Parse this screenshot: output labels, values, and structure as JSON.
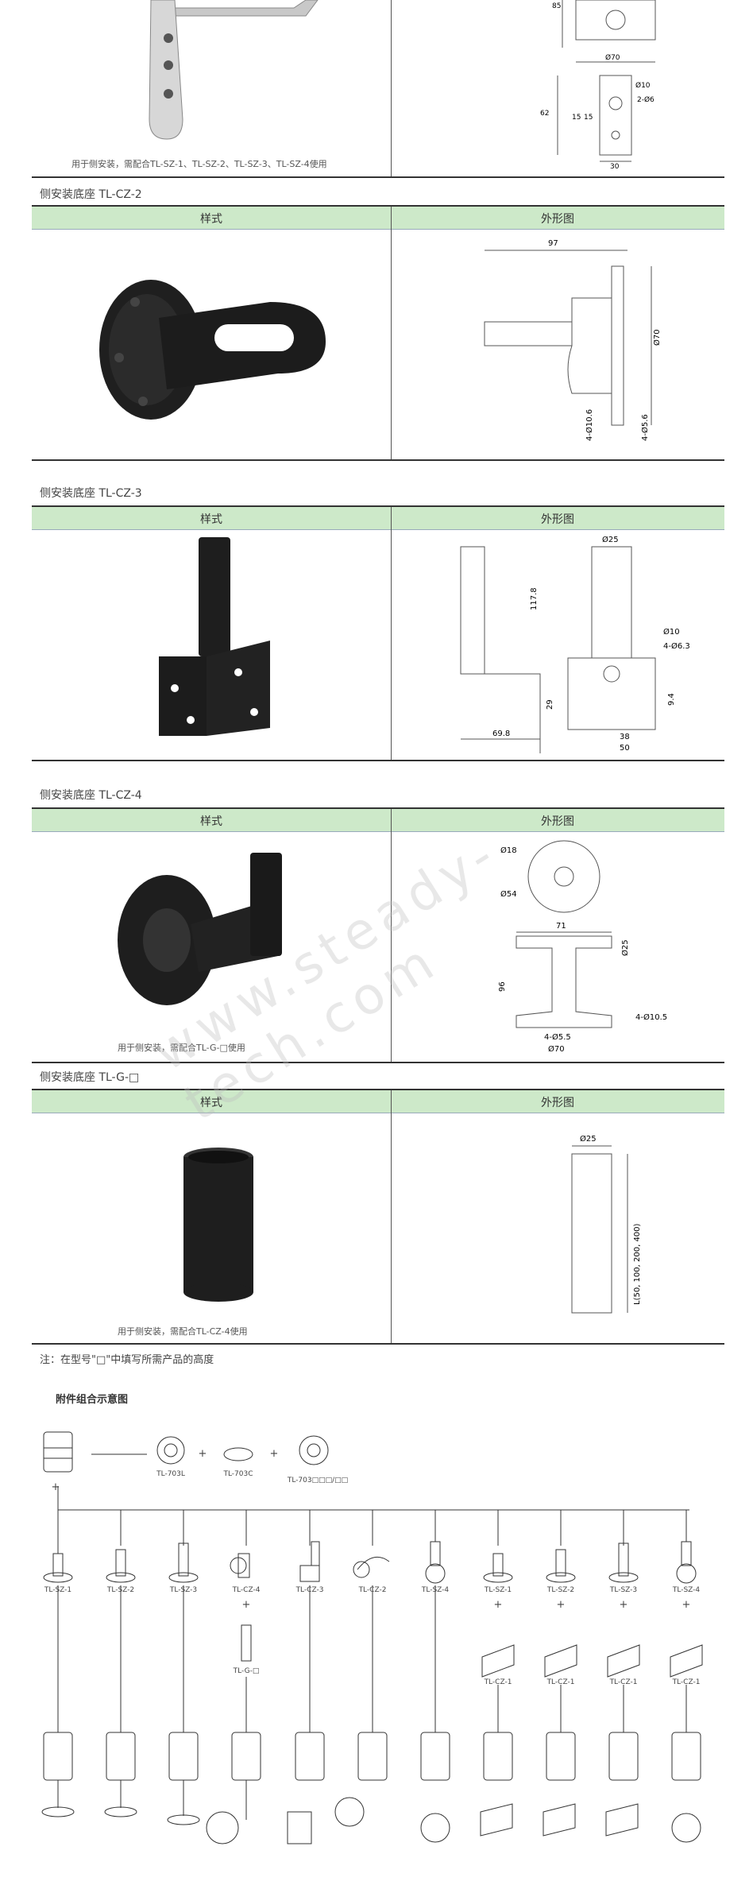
{
  "top_section": {
    "note": "用于侧安装，需配合TL-SZ-1、TL-SZ-2、TL-SZ-3、TL-SZ-4使用",
    "dims": {
      "d85": "85",
      "d70": "Ø70",
      "d10": "Ø10",
      "d6": "2-Ø6",
      "d62": "62",
      "d15a": "15",
      "d15b": "15",
      "d30": "30"
    }
  },
  "sections": [
    {
      "title": "侧安装底座  TL-CZ-2",
      "col1": "样式",
      "col2": "外形图",
      "dims": {
        "a": "97",
        "b": "Ø70",
        "c": "4-Ø10.6",
        "d": "4-Ø5.6"
      }
    },
    {
      "title": "侧安装底座  TL-CZ-3",
      "col1": "样式",
      "col2": "外形图",
      "dims": {
        "a": "Ø25",
        "b": "117.8",
        "c": "69.8",
        "d": "Ø10",
        "e": "4-Ø6.3",
        "f": "29",
        "g": "9.4",
        "h": "38",
        "i": "50"
      }
    },
    {
      "title": "侧安装底座  TL-CZ-4",
      "col1": "样式",
      "col2": "外形图",
      "note": "用于侧安装，需配合TL-G-□使用",
      "dims": {
        "a": "Ø18",
        "b": "Ø54",
        "c": "71",
        "d": "Ø25",
        "e": "96",
        "f": "4-Ø10.5",
        "g": "4-Ø5.5",
        "h": "Ø70"
      }
    },
    {
      "title": "侧安装底座  TL-G-□",
      "col1": "样式",
      "col2": "外形图",
      "note": "用于侧安装，需配合TL-CZ-4使用",
      "dims": {
        "a": "Ø25",
        "b": "L(50, 100, 200, 400)"
      }
    }
  ],
  "footnote": "注：在型号\"□\"中填写所需产品的高度",
  "diagram": {
    "title": "附件组合示意图",
    "top_parts": [
      "TL-703L",
      "TL-703C",
      "TL-703□□□/□□"
    ],
    "plus": "+",
    "bases": [
      "TL-SZ-1",
      "TL-SZ-2",
      "TL-SZ-3",
      "TL-CZ-4",
      "TL-CZ-3",
      "TL-CZ-2",
      "TL-SZ-4",
      "TL-SZ-1",
      "TL-SZ-2",
      "TL-SZ-3",
      "TL-SZ-4"
    ],
    "second_row": [
      "TL-G-□",
      "TL-CZ-1",
      "TL-CZ-1",
      "TL-CZ-1",
      "TL-CZ-1"
    ]
  },
  "watermark": "www.steady-tech.com",
  "colors": {
    "header_bg": "#cde9c9",
    "product_black": "#1e1e1e",
    "line": "#333333"
  }
}
